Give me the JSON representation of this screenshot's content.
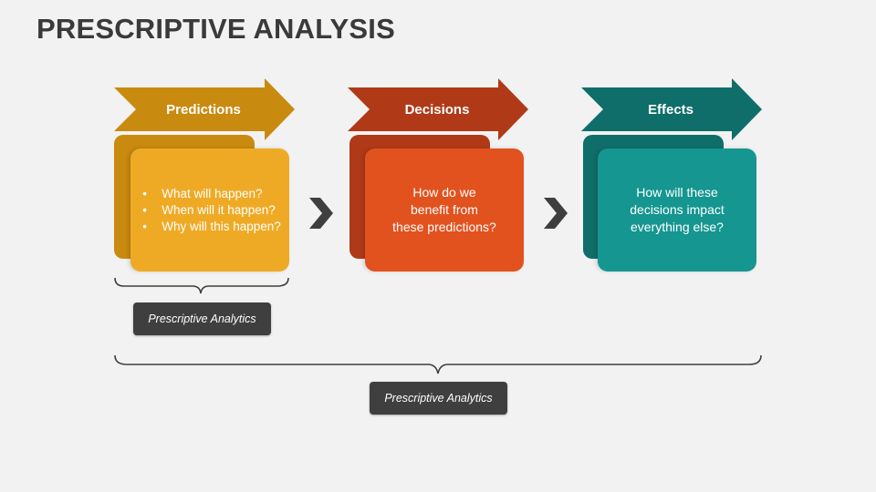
{
  "title": "PRESCRIPTIVE ANALYSIS",
  "colors": {
    "predictions_dark": "#c98a10",
    "predictions_light": "#efaa25",
    "decisions_dark": "#b03a18",
    "decisions_light": "#e2521f",
    "effects_dark": "#0f6e6a",
    "effects_light": "#159690",
    "chevron": "#3f3f3f",
    "label_bg": "#3f3f3f"
  },
  "steps": [
    {
      "heading": "Predictions",
      "bullets": [
        "What will happen?",
        "When will it happen?",
        "Why will this happen?"
      ]
    },
    {
      "heading": "Decisions",
      "lines": [
        "How do we",
        "benefit from",
        "these predictions?"
      ]
    },
    {
      "heading": "Effects",
      "lines": [
        "How will these",
        "decisions impact",
        "everything else?"
      ]
    }
  ],
  "labels": {
    "first": "Prescriptive Analytics",
    "all": "Prescriptive Analytics"
  },
  "icons": {
    "connector": "chevron-right-icon",
    "grouping": "curly-brace-icon"
  }
}
